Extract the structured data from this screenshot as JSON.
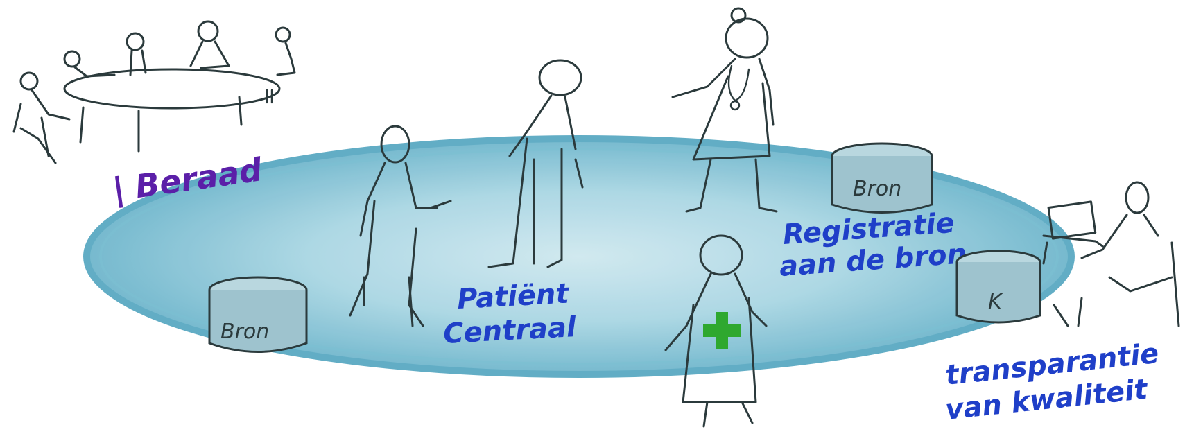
{
  "labels": {
    "beraad": "| Beraad",
    "patient_line1": "Patiënt",
    "patient_line2": "Centraal",
    "registratie_line1": "Registratie",
    "registratie_line2": "aan de bron",
    "transparantie_line1": "transparantie",
    "transparantie_line2": "van kwaliteit"
  },
  "drums": {
    "left": "Bron",
    "top_right": "Bron",
    "right": "K"
  },
  "colors": {
    "pool_fill": "#8fc9d9",
    "pool_edge": "#5aa9c2",
    "ink": "#2b3a3c",
    "label_blue": "#1f3fc8",
    "label_purple": "#5b1fa8",
    "cross_green": "#2fa82f"
  }
}
